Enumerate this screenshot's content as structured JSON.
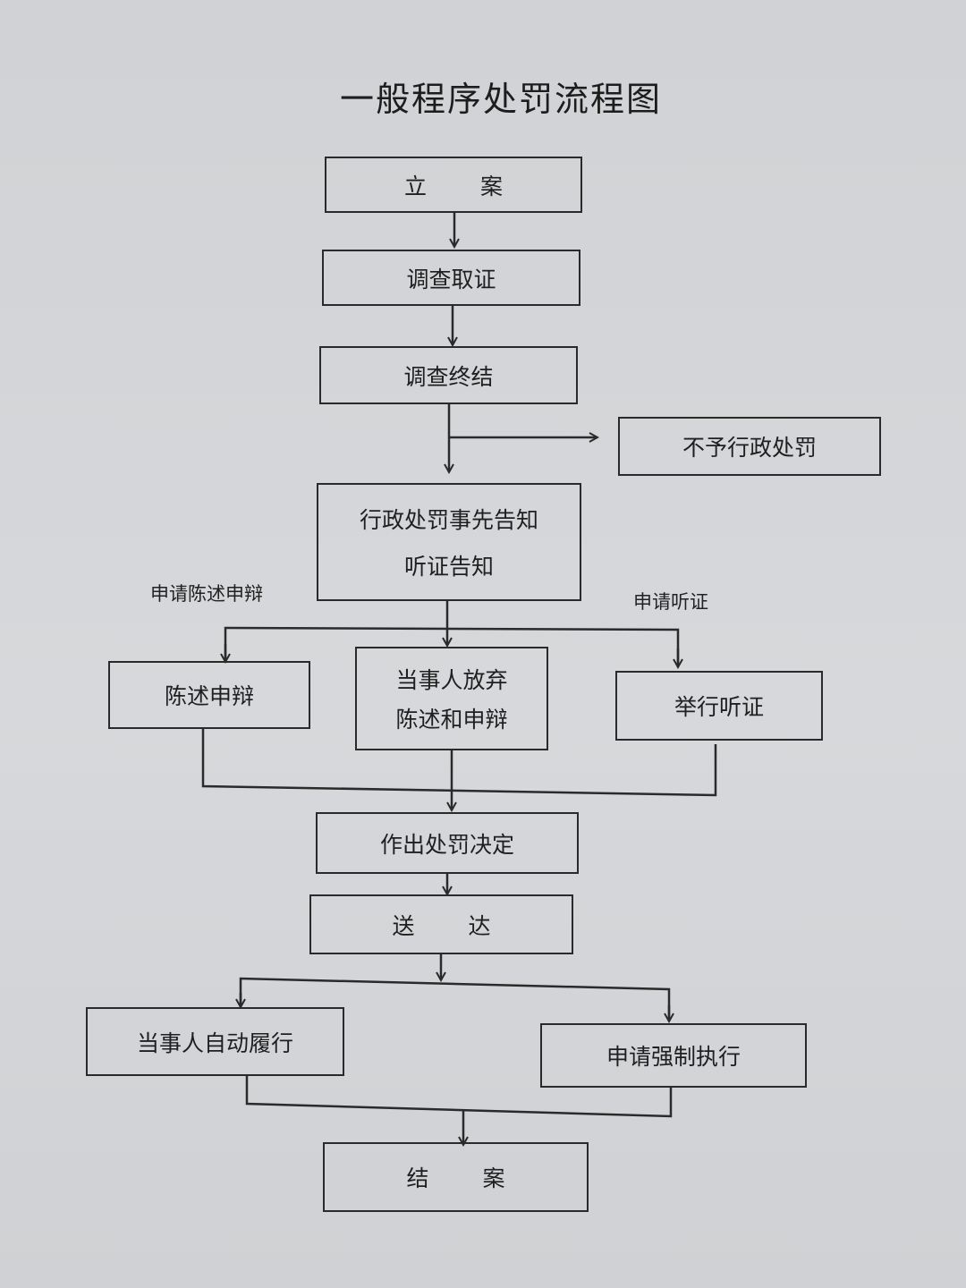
{
  "title": "一般程序处罚流程图",
  "nodes": {
    "lian": "立 案",
    "diaocha_quzheng": "调查取证",
    "diaocha_zhongjie": "调查终结",
    "buyu": "不予行政处罚",
    "gaozhi_1": "行政处罚事先告知",
    "gaozhi_2": "听证告知",
    "chenshu": "陈述申辩",
    "fangqi_1": "当事人放弃",
    "fangqi_2": "陈述和申辩",
    "tingzheng": "举行听证",
    "jueding": "作出处罚决定",
    "songda": "送 达",
    "lvxing": "当事人自动履行",
    "qiangzhi": "申请强制执行",
    "jiean": "结 案"
  },
  "edge_labels": {
    "left": "申请陈述申辩",
    "right": "申请听证"
  },
  "colors": {
    "paper": "#d3d5d8",
    "ink": "#2a2a2a"
  }
}
